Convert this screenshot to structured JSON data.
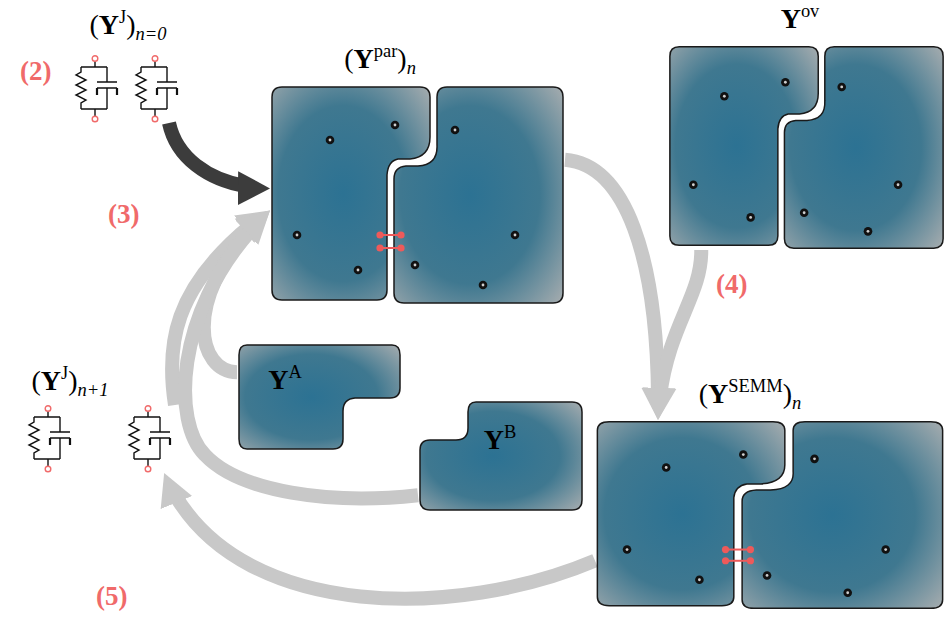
{
  "diagram": {
    "nodes": [
      {
        "text": [
          "(YJ)n=0"
        ]
      },
      {
        "text": [
          "(Ypar)n"
        ]
      },
      {
        "text": [
          "Yov"
        ]
      },
      {
        "text": [
          "(YJ)n+1"
        ]
      },
      {
        "text": [
          "YA"
        ]
      },
      {
        "text": [
          "YB"
        ]
      },
      {
        "text": [
          "(YSEMM)n"
        ]
      }
    ],
    "edges": [
      {
        "from": 0,
        "to": 1,
        "arrow": "to"
      },
      {
        "from": 3,
        "to": 1,
        "arrow": "to",
        "label": "(3)"
      },
      {
        "from": 4,
        "to": 1,
        "arrow": "to"
      },
      {
        "from": 5,
        "to": 1,
        "arrow": "to"
      },
      {
        "from": 1,
        "to": 6,
        "arrow": "to"
      },
      {
        "from": 2,
        "to": 6,
        "arrow": "to",
        "label": "(4)"
      },
      {
        "from": 6,
        "to": 3,
        "arrow": "to",
        "label": "(5)"
      }
    ],
    "labels": [
      "(2)"
    ]
  }
}
